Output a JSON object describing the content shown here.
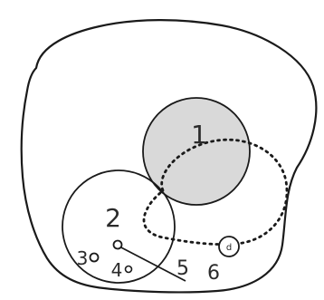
{
  "diagram": {
    "labels": {
      "one": "1",
      "two": "2",
      "three": "3",
      "four": "4",
      "five": "5",
      "six": "6",
      "small_circle_mark": "d"
    },
    "colors": {
      "stroke": "#1a1a1a",
      "circle_one_fill": "#d9d9d9",
      "label_text": "#2b2b2b",
      "background": "#ffffff"
    }
  }
}
